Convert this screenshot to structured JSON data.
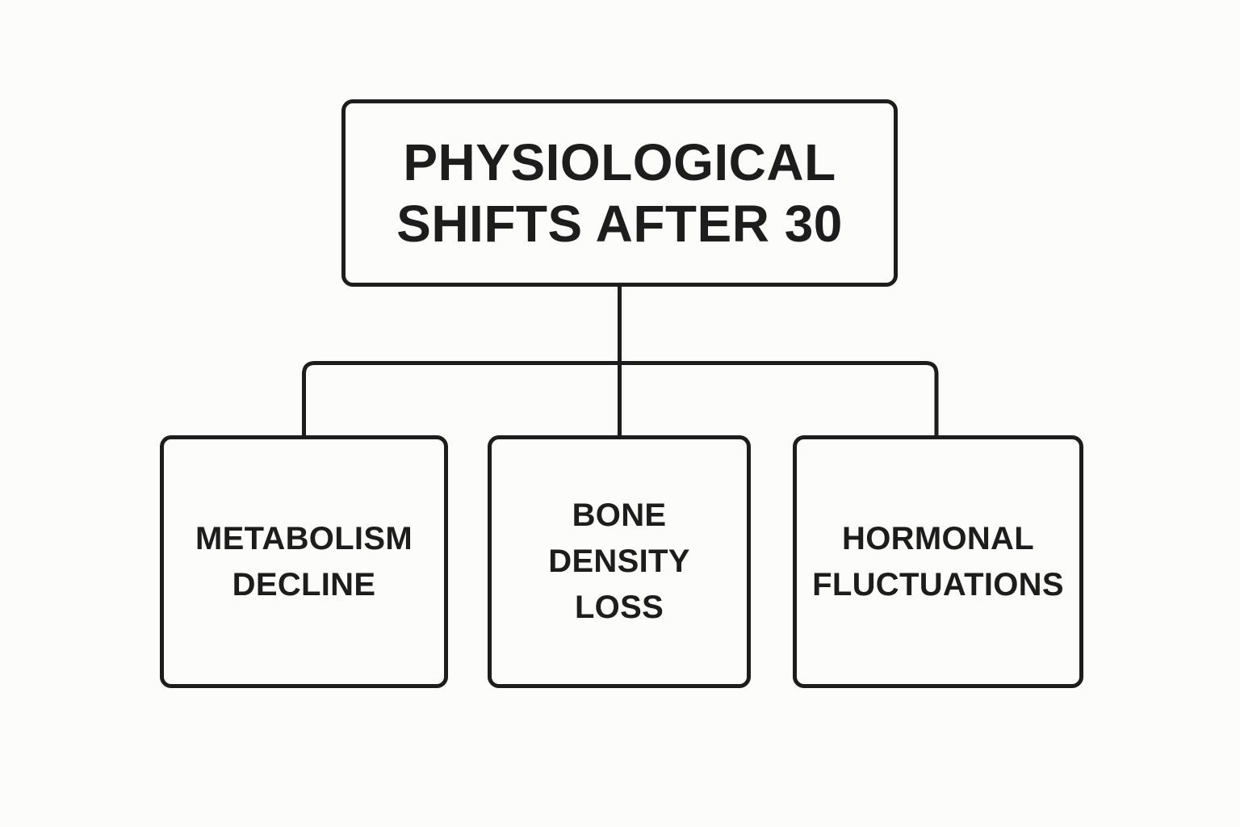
{
  "theme": {
    "background_color": "#fcfcfa",
    "stroke_color": "#1d1d1d",
    "text_color": "#1d1d1d"
  },
  "diagram": {
    "type": "flowchart",
    "root": {
      "id": "physiological-shifts-after-30",
      "lines": [
        "PHYSIOLOGICAL",
        "SHIFTS AFTER 30"
      ]
    },
    "children": [
      {
        "id": "metabolism-decline",
        "lines": [
          "METABOLISM",
          "DECLINE"
        ]
      },
      {
        "id": "bone-density-loss",
        "lines": [
          "BONE",
          "DENSITY",
          "LOSS"
        ]
      },
      {
        "id": "hormonal-fluctuations",
        "lines": [
          "HORMONAL",
          "FLUCTUATIONS"
        ]
      }
    ]
  }
}
